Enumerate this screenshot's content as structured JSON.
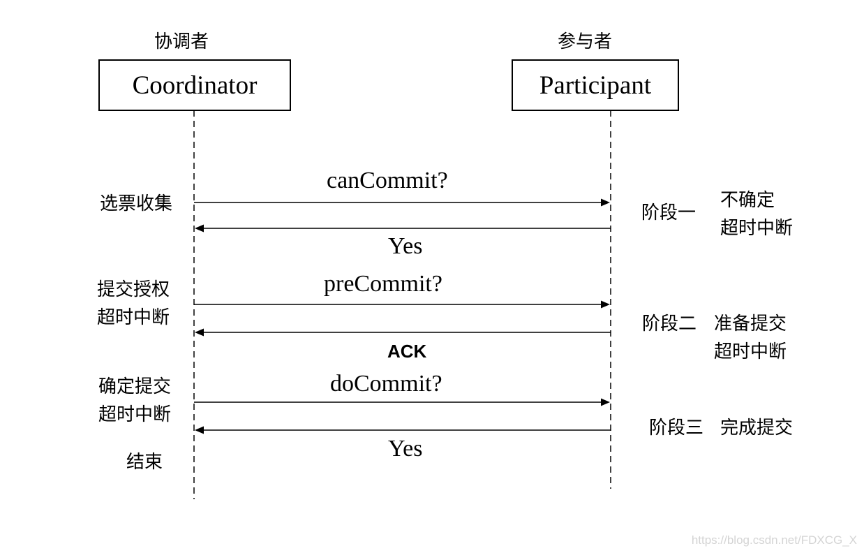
{
  "actors": {
    "coordinator": {
      "cn": "协调者",
      "en": "Coordinator"
    },
    "participant": {
      "cn": "参与者",
      "en": "Participant"
    }
  },
  "messages": [
    {
      "label": "canCommit?",
      "direction": "to-participant"
    },
    {
      "label": "Yes",
      "direction": "to-coordinator"
    },
    {
      "label": "preCommit?",
      "direction": "to-participant"
    },
    {
      "label": "ACK",
      "direction": "to-coordinator"
    },
    {
      "label": "doCommit?",
      "direction": "to-participant"
    },
    {
      "label": "Yes",
      "direction": "to-coordinator"
    }
  ],
  "left_notes": {
    "vote": "选票收集",
    "grant_1": "提交授权",
    "grant_2": "超时中断",
    "confirm_1": "确定提交",
    "confirm_2": "超时中断",
    "end": "结束"
  },
  "phases": [
    {
      "name": "阶段一",
      "note_1": "不确定",
      "note_2": "超时中断"
    },
    {
      "name": "阶段二",
      "note_1": "准备提交",
      "note_2": "超时中断"
    },
    {
      "name": "阶段三",
      "note_1": "完成提交"
    }
  ],
  "watermark": "https://blog.csdn.net/FDXCG_X",
  "colors": {
    "line": "#000000",
    "watermark": "#d4d4d4"
  }
}
